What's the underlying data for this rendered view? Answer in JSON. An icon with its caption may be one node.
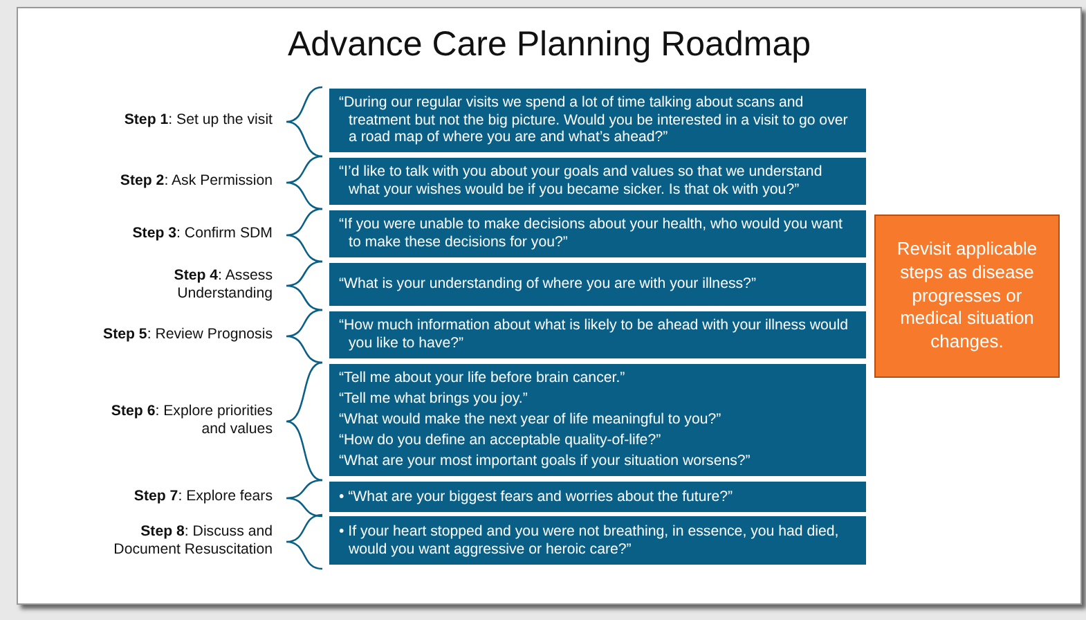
{
  "diagram": {
    "title": "Advance Care Planning Roadmap",
    "nodes": [
      {
        "text": [
          "“During our regular visits we spend a lot of time talking about scans and treatment but not the big picture. Would you be interested in a visit to go over a road map of where you are and what’s ahead?”"
        ],
        "beside": [
          "**Step 1**: Set up the visit"
        ]
      },
      {
        "text": [
          "“I’d like to talk with you about your goals and values so that we understand what your wishes would be if you became sicker.  Is that ok with you?”"
        ],
        "beside": [
          "**Step 2**: Ask Permission"
        ]
      },
      {
        "text": [
          "“If you were unable to make decisions about your health, who would you want to make these decisions for you?”"
        ],
        "beside": [
          "**Step 3**: Confirm SDM"
        ]
      },
      {
        "text": [
          "“What is your understanding of where you are with your illness?”"
        ],
        "beside": [
          "**Step 4**: Assess Understanding"
        ]
      },
      {
        "text": [
          "“How much information about what is likely to be ahead with your illness would you like to have?”"
        ],
        "beside": [
          "**Step 5**: Review Prognosis"
        ]
      },
      {
        "text": [
          "“Tell me about your life before brain cancer.”",
          "“Tell me what brings you joy.”",
          "“What would make the next year of life meaningful to you?”",
          "“How do you define an acceptable quality-of-life?”",
          "“What are your most important goals if your situation worsens?”"
        ],
        "beside": [
          "**Step 6**: Explore priorities and values"
        ]
      },
      {
        "text": [
          "• “What are your biggest fears and worries about the future?”"
        ],
        "beside": [
          "**Step 7**: Explore fears"
        ]
      },
      {
        "text": [
          "• If your heart stopped and you were not breathing, in essence, you had died, would you want aggressive or heroic care?”"
        ],
        "beside": [
          "**Step 8**: Discuss and Document Resuscitation"
        ]
      },
      {
        "text": [
          "Revisit applicable steps as disease progresses or medical situation changes."
        ]
      }
    ]
  }
}
